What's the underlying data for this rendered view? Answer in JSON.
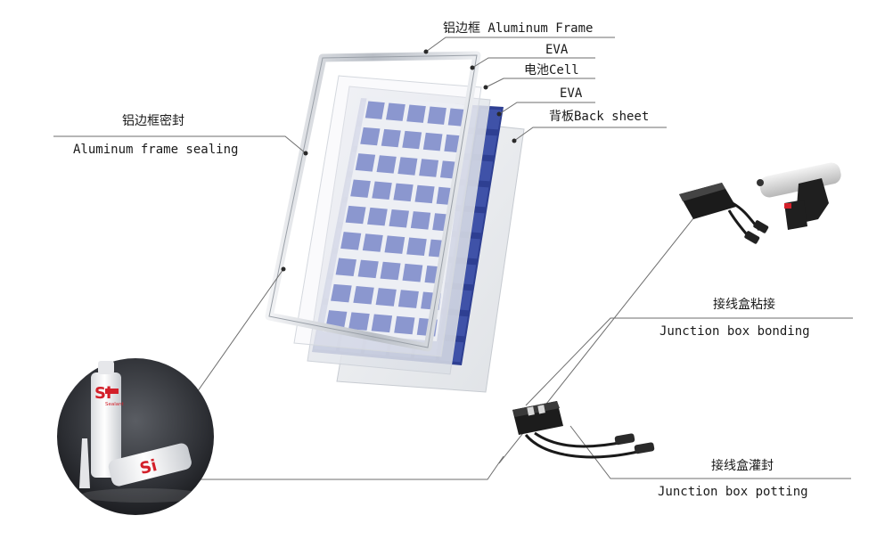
{
  "diagram": {
    "labels": {
      "aluminum_frame": "铝边框 Aluminum Frame",
      "eva_top": "EVA",
      "cell": "电池Cell",
      "eva_bottom": "EVA",
      "back_sheet": "背板Back sheet",
      "frame_sealing_cn": "铝边框密封",
      "frame_sealing_en": "Aluminum frame sealing",
      "jb_bonding_cn": "接线盒粘接",
      "jb_bonding_en": "Junction box bonding",
      "jb_potting_cn": "接线盒灌封",
      "jb_potting_en": "Junction box potting"
    },
    "product_print": {
      "brand_line1": "Si",
      "brand_line2": "Sealant"
    },
    "colors": {
      "cell_blue": "#3f52a8",
      "cell_light": "#8d9bd6",
      "frame_silver": "#c9cdd3",
      "leader_line": "#6d6d6d",
      "brand_red": "#d3202a"
    }
  }
}
